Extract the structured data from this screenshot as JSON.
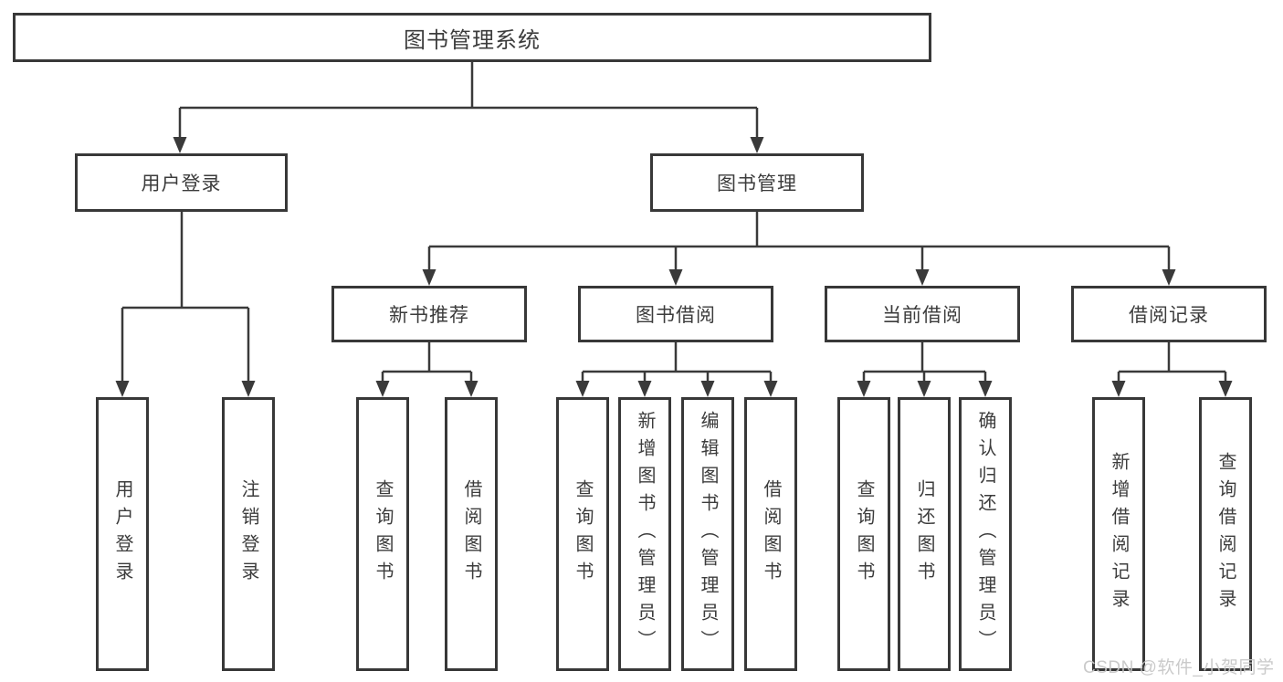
{
  "diagram": {
    "title": "图书管理系统",
    "root": {
      "label": "图书管理系统"
    },
    "level2": [
      {
        "label": "用户登录"
      },
      {
        "label": "图书管理"
      }
    ],
    "level3": [
      {
        "label": "新书推荐"
      },
      {
        "label": "图书借阅"
      },
      {
        "label": "当前借阅"
      },
      {
        "label": "借阅记录"
      }
    ],
    "leaves": {
      "login": [
        "用户登录",
        "注销登录"
      ],
      "recommend": [
        "查询图书",
        "借阅图书"
      ],
      "borrow": [
        "查询图书",
        "新增图书（管理员）",
        "编辑图书（管理员）",
        "借阅图书"
      ],
      "current": [
        "查询图书",
        "归还图书",
        "确认归还（管理员）"
      ],
      "records": [
        "新增借阅记录",
        "查询借阅记录"
      ]
    }
  },
  "watermark": {
    "text": "CSDN @软件_小贺同学"
  },
  "colors": {
    "line": "#3a3a3a",
    "border": "#383838",
    "text": "#3c3c3c",
    "watermark": "#c6c6c6",
    "background": "#ffffff"
  }
}
